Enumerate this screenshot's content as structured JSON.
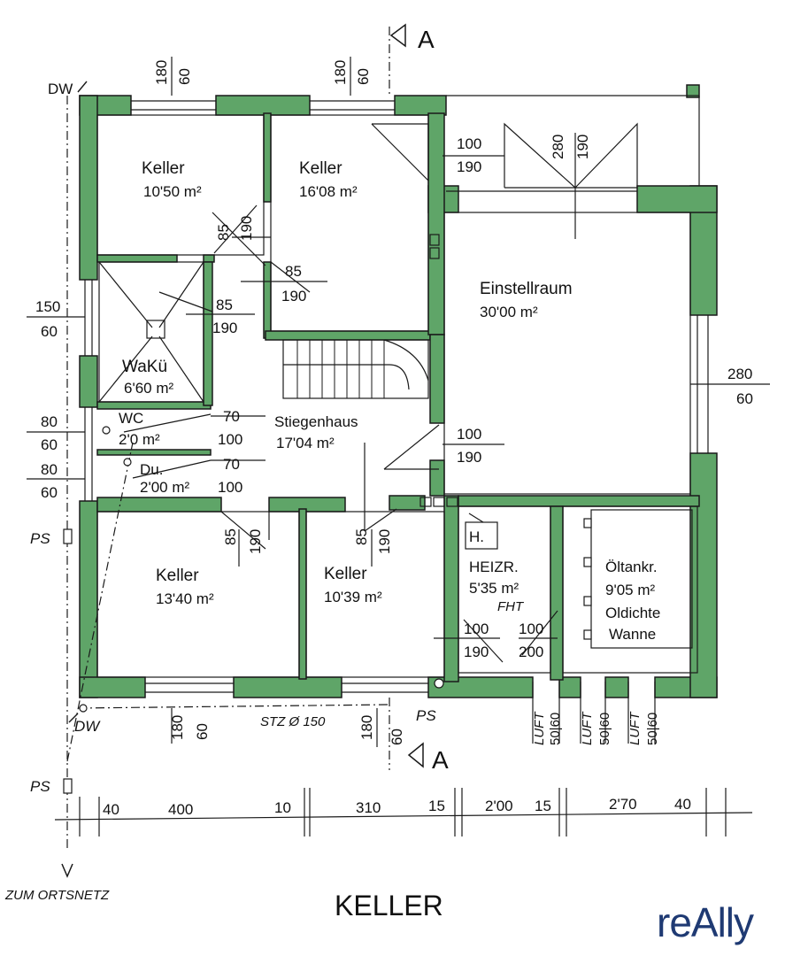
{
  "rooms": {
    "keller_nw": {
      "name": "Keller",
      "area": "10'50 m²"
    },
    "keller_n": {
      "name": "Keller",
      "area": "16'08 m²"
    },
    "einstell": {
      "name": "Einstellraum",
      "area": "30'00 m²"
    },
    "waku": {
      "name": "WaKü",
      "area": "6'60 m²"
    },
    "wc": {
      "name": "WC",
      "area": "2'0 m²"
    },
    "du": {
      "name": "Du.",
      "area": "2'00 m²"
    },
    "stiegenhaus": {
      "name": "Stiegenhaus",
      "area": "17'04 m²"
    },
    "keller_sw": {
      "name": "Keller",
      "area": "13'40 m²"
    },
    "keller_s": {
      "name": "Keller",
      "area": "10'39 m²"
    },
    "heizr": {
      "name": "HEIZR.",
      "area": "5'35 m²",
      "note": "FHT",
      "box": "H."
    },
    "oeltank": {
      "name": "Öltankr.",
      "area": "9'05 m²",
      "line3": "Oldichte",
      "line4": "Wanne"
    }
  },
  "openings": {
    "w1": {
      "a": "180",
      "b": "60"
    },
    "w2": {
      "a": "180",
      "b": "60"
    },
    "d_kn": {
      "a": "100",
      "b": "190"
    },
    "garage": {
      "a": "280",
      "b": "190"
    },
    "d_knw": {
      "a": "85",
      "b": "190"
    },
    "d_kn2": {
      "a": "85",
      "b": "190"
    },
    "d_waku": {
      "a": "85",
      "b": "190"
    },
    "w_west": {
      "a": "150",
      "b": "60"
    },
    "w_east": {
      "a": "280",
      "b": "60"
    },
    "w_wc": {
      "a": "80",
      "b": "60"
    },
    "w_du": {
      "a": "80",
      "b": "60"
    },
    "d_wc": {
      "a": "70",
      "b": "100"
    },
    "d_du": {
      "a": "70",
      "b": "100"
    },
    "d_einstell": {
      "a": "100",
      "b": "190"
    },
    "d_ksw": {
      "a": "85",
      "b": "190"
    },
    "d_ks": {
      "a": "85",
      "b": "190"
    },
    "d_heiz1": {
      "a": "100",
      "b": "190"
    },
    "d_heiz2": {
      "a": "100",
      "b": "200"
    },
    "w_s1": {
      "a": "180",
      "b": "60"
    },
    "w_s2": {
      "a": "180",
      "b": "60"
    }
  },
  "luft": {
    "label": "LUFT",
    "value": "50|60"
  },
  "section_marker": "A",
  "dw": "DW",
  "ps": "PS",
  "stz": "STZ Ø 150",
  "ortsnetz": "ZUM ORTSNETZ",
  "dim_chain": [
    "40",
    "400",
    "10",
    "310",
    "15",
    "2'00",
    "15",
    "2'70",
    "40"
  ],
  "title": "KELLER",
  "logo": "reAlly",
  "colors": {
    "wall": "#5fa568",
    "line": "#1a1a1a",
    "logo": "#1f3a73"
  }
}
